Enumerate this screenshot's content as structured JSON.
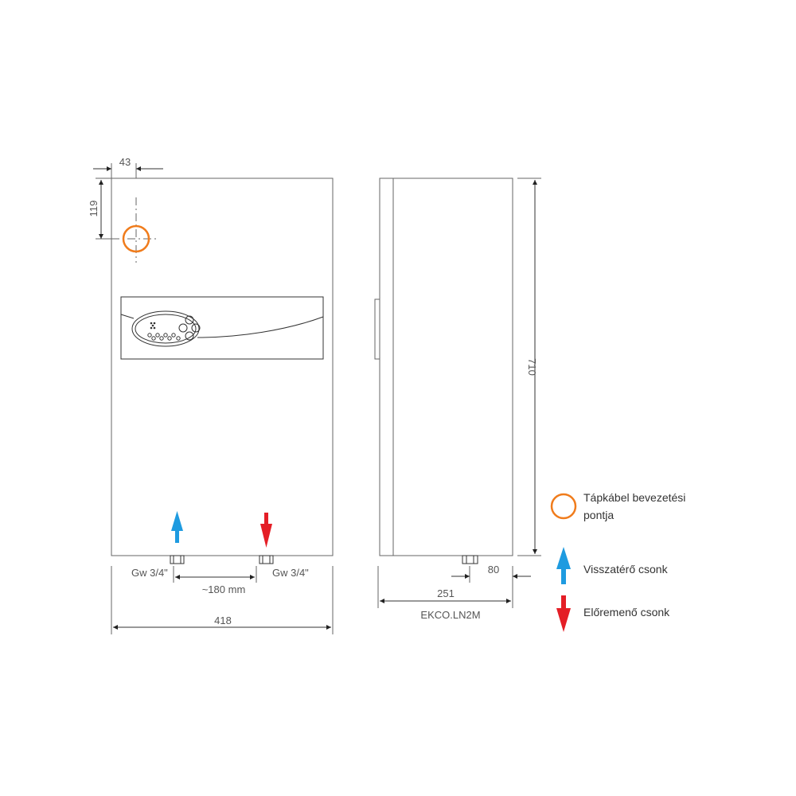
{
  "dimensions": {
    "offset_x": "43",
    "offset_y": "119",
    "height": "710",
    "width": "418",
    "depth": "251",
    "connection_offset": "80",
    "connection_spacing": "~180 mm",
    "thread_left": "Gw 3/4\"",
    "thread_right": "Gw 3/4\""
  },
  "model": "EKCO.LN2M",
  "legend": {
    "cable_entry_line1": "Tápkábel bevezetési",
    "cable_entry_line2": "pontja",
    "return": "Visszatérő csonk",
    "flow": "Előremenő csonk"
  },
  "colors": {
    "cable": "#f07c1c",
    "return": "#1e9be0",
    "flow": "#e41e26"
  }
}
